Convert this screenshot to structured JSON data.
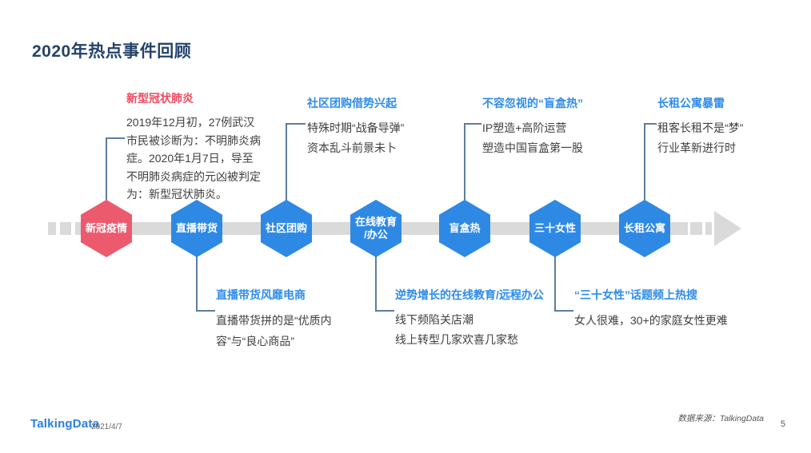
{
  "slide": {
    "title": "2020年热点事件回顾"
  },
  "timeline": {
    "nodes": [
      {
        "label": "新冠疫情",
        "color": "#EC5A6E"
      },
      {
        "label": "直播带货",
        "color": "#2E89E5"
      },
      {
        "label": "社区团购",
        "color": "#2E89E5"
      },
      {
        "label": "在线教育\n/办公",
        "color": "#2E89E5"
      },
      {
        "label": "盲盒热",
        "color": "#2E89E5"
      },
      {
        "label": "三十女性",
        "color": "#2E89E5"
      },
      {
        "label": "长租公寓",
        "color": "#2E89E5"
      }
    ]
  },
  "callouts_top": [
    {
      "title": "新型冠状肺炎",
      "body": "2019年12月初，27例武汉市民被诊断为：不明肺炎病症。2020年1月7日，导至不明肺炎病症的元凶被判定为：新型冠状肺炎。"
    },
    {
      "title": "社区团购借势兴起",
      "line1": "特殊时期“战备导弹”",
      "line2": "资本乱斗前景未卜"
    },
    {
      "title": "不容忽视的“盲盒热”",
      "line1": "IP塑造+高阶运营",
      "line2": "塑造中国盲盒第一股"
    },
    {
      "title": "长租公寓暴雷",
      "line1": "租客长租不是“梦”",
      "line2": "行业革新进行时"
    }
  ],
  "callouts_bottom": [
    {
      "title": "直播带货风靡电商",
      "body": "直播带货拼的是“优质内容”与“良心商品”"
    },
    {
      "title": "逆势增长的在线教育/远程办公",
      "line1": "线下频陷关店潮",
      "line2": "线上转型几家欢喜几家愁"
    },
    {
      "title": "“三十女性”话题频上热搜",
      "body": "女人很难，30+的家庭女性更难"
    }
  ],
  "footer": {
    "logo": "TalkingData",
    "date": "2021/4/7",
    "source": "数据来源：TalkingData",
    "page_number": "5"
  },
  "colors": {
    "title_navy": "#24426B",
    "accent_blue": "#2D8CEC",
    "accent_red": "#F0485E",
    "hexagon_blue": "#2E89E5",
    "hexagon_red": "#EC5A6E",
    "timeline_gray": "#DADADA",
    "connector_blue_gray": "#5D7D9E",
    "body_text": "#3F3F3F"
  }
}
